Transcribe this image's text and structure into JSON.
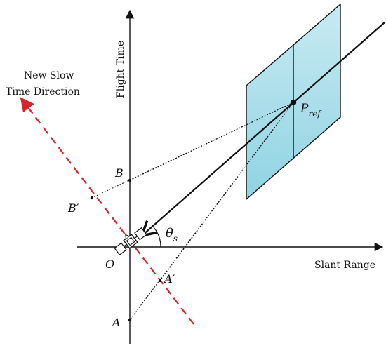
{
  "labels": {
    "flight_time": "Flight Time",
    "slant_range": "Slant Range",
    "new_slow_line1": "New Slow",
    "new_slow_line2": "Time Direction",
    "point_B": "B",
    "point_B_prime": "B′",
    "point_A": "A",
    "point_A_prime": "A′",
    "origin": "O",
    "theta": "θ",
    "theta_sub": "s",
    "p_ref": "P",
    "p_ref_sub": "ref"
  },
  "colors": {
    "axis": "#111111",
    "dashed_direction": "#d9232d",
    "panel_fill_top": "#c8eaf2",
    "panel_fill_bottom": "#8fd3e2",
    "panel_stroke": "#111111"
  },
  "icons": {
    "satellite": "satellite-icon"
  }
}
